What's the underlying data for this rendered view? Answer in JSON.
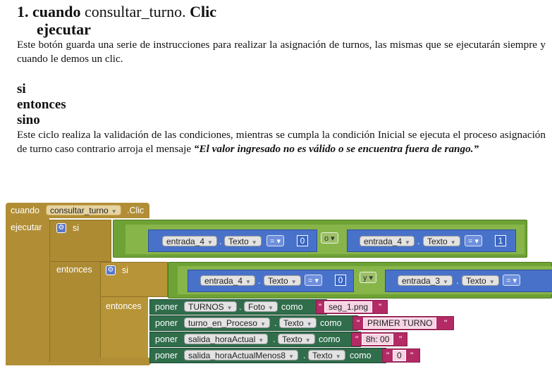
{
  "heading": {
    "number": "1.",
    "event": "cuando",
    "component": "consultar_turno.",
    "action": "Clic",
    "second_line": "ejecutar"
  },
  "paragraph1": "Este botón guarda una serie de instrucciones para realizar la asignación de turnos, las mismas que se ejecutarán siempre y cuando le demos un clic.",
  "keywords": [
    "si",
    "entonces",
    "sino"
  ],
  "paragraph2_text": "Este ciclo realiza la validación de las condiciones, mientras se cumpla la condición Inicial se ejecuta el proceso asignación de turno caso contrario arroja el mensaje ",
  "paragraph2_quote": "“El valor ingresado no es válido o se encuentra fuera de rango.”",
  "blocks": {
    "event": {
      "cuando": "cuando",
      "component": "consultar_turno",
      "event_name": ".Clic",
      "ejecutar": "ejecutar"
    },
    "if1": {
      "si": "si",
      "left": {
        "component": "entrada_4",
        "prop": "Texto",
        "op": "=",
        "value": "0"
      },
      "logic": "o",
      "right": {
        "component": "entrada_4",
        "prop": "Texto",
        "op": "=",
        "value": "1"
      }
    },
    "then1": "entonces",
    "if2": {
      "si": "si",
      "left": {
        "component": "entrada_4",
        "prop": "Texto",
        "op": "=",
        "value": "0"
      },
      "logic": "y",
      "right": {
        "component": "entrada_3",
        "prop": "Texto",
        "op": "="
      }
    },
    "then2": "entonces",
    "setters": [
      {
        "poner": "poner",
        "component": "TURNOS",
        "dot": ".",
        "prop": "Foto",
        "como": "como",
        "value": "seg_1.png"
      },
      {
        "poner": "poner",
        "component": "turno_en_Proceso",
        "dot": ".",
        "prop": "Texto",
        "como": "como",
        "value": "PRIMER TURNO"
      },
      {
        "poner": "poner",
        "component": "salida_horaActual",
        "dot": ".",
        "prop": "Texto",
        "como": "como",
        "value": "8h: 00"
      },
      {
        "poner": "poner",
        "component": "salida_horaActualMenos8",
        "dot": ".",
        "prop": "Texto",
        "como": "como",
        "value": "0"
      }
    ]
  }
}
